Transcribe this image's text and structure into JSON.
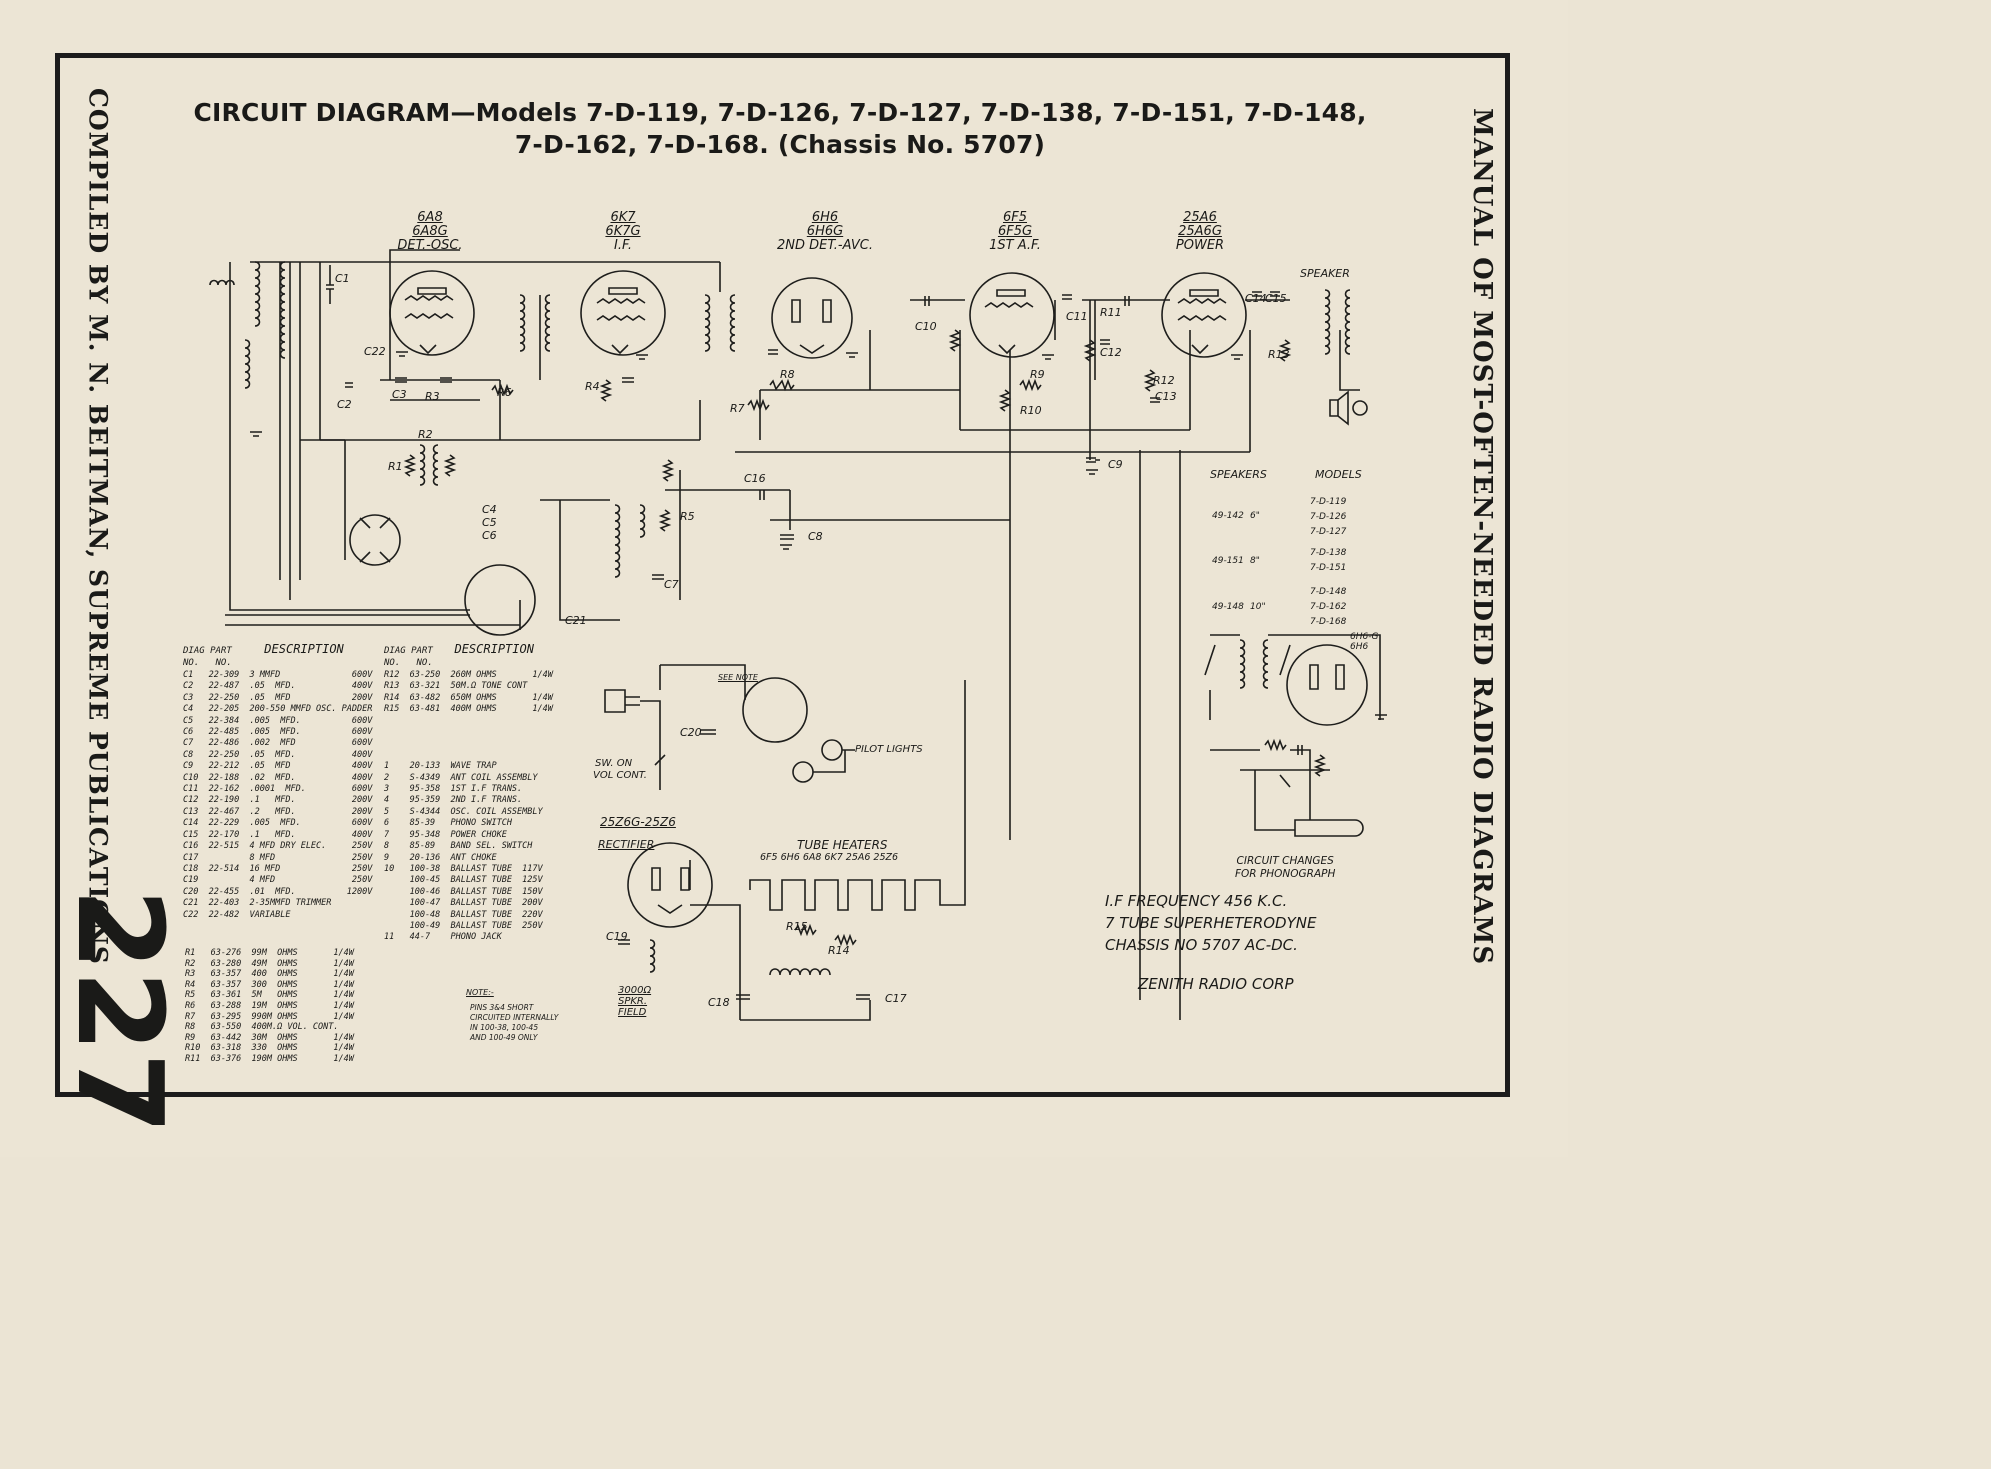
{
  "header": {
    "title_line1": "CIRCUIT DIAGRAM—Models 7-D-119, 7-D-126, 7-D-127, 7-D-138, 7-D-151, 7-D-148,",
    "title_line2": "7-D-162, 7-D-168. (Chassis No. 5707)"
  },
  "margins": {
    "left_text": "COMPILED BY M. N. BEITMAN, SUPREME PUBLICATIONS",
    "right_text": "MANUAL OF MOST-OFTEN-NEEDED RADIO DIAGRAMS",
    "page_number": "227"
  },
  "tubes": [
    {
      "types": [
        "6A8",
        "6A8G"
      ],
      "function": "DET.-OSC."
    },
    {
      "types": [
        "6K7",
        "6K7G"
      ],
      "function": "I.F."
    },
    {
      "types": [
        "6H6",
        "6H6G"
      ],
      "function": "2ND DET.-AVC."
    },
    {
      "types": [
        "6F5",
        "6F5G"
      ],
      "function": "1ST A.F."
    },
    {
      "types": [
        "25A6",
        "25A6G"
      ],
      "function": "POWER"
    }
  ],
  "rectifier": {
    "types": "25Z6G-25Z6",
    "function": "RECTIFIER"
  },
  "speaker_label": "SPEAKER",
  "heaters": {
    "title": "TUBE HEATERS",
    "tubes": "6F5 6H6 6A8 6K7 25A6 25Z6"
  },
  "labels": {
    "pilot_lights": "PILOT LIGHTS",
    "sw_on": "SW. ON",
    "vol_cont": "VOL CONT.",
    "see_note": "SEE NOTE",
    "spkr_field": "3000Ω SPKR. FIELD",
    "note_title": "NOTE:-",
    "note_lines": [
      "PINS 3&4 SHORT",
      "CIRCUITED INTERNALLY",
      "IN 100-38, 100-45",
      "AND 100-49 ONLY"
    ],
    "phono_title": [
      "CIRCUIT CHANGES",
      "FOR PHONOGRAPH"
    ],
    "phono_tube": [
      "6H6-G",
      "6H6"
    ]
  },
  "speakers_table": {
    "headers": [
      "SPEAKERS",
      "MODELS"
    ],
    "rows": [
      {
        "part": "49-142",
        "size": "6\"",
        "models": [
          "7-D-119",
          "7-D-126",
          "7-D-127"
        ]
      },
      {
        "part": "49-151",
        "size": "8\"",
        "models": [
          "7-D-138",
          "7-D-151"
        ]
      },
      {
        "part": "49-148",
        "size": "10\"",
        "models": [
          "7-D-148",
          "7-D-162",
          "7-D-168"
        ]
      }
    ]
  },
  "info": {
    "lines": [
      "I.F FREQUENCY 456 K.C.",
      "7 TUBE SUPERHETERODYNE",
      "CHASSIS NO 5707 AC-DC."
    ],
    "maker": "ZENITH RADIO CORP"
  },
  "parts_table": {
    "headers_left": [
      "DIAG PART",
      "NO.   NO.",
      "DESCRIPTION"
    ],
    "headers_right": [
      "DIAG PART",
      "NO.   NO.",
      "DESCRIPTION"
    ],
    "capacitors": [
      "C1   22-309  3 MMFD              600V",
      "C2   22-487  .05  MFD.           400V",
      "C3   22-250  .05  MFD            200V",
      "C4   22-205  200-550 MMFD OSC. PADDER",
      "C5   22-384  .005  MFD.          600V",
      "C6   22-485  .005  MFD.          600V",
      "C7   22-486  .002  MFD           600V",
      "C8   22-250  .05  MFD.           400V",
      "C9   22-212  .05  MFD            400V",
      "C10  22-188  .02  MFD.           400V",
      "C11  22-162  .0001  MFD.         600V",
      "C12  22-190  .1   MFD.           200V",
      "C13  22-467  .2   MFD.           200V",
      "C14  22-229  .005  MFD.          600V",
      "C15  22-170  .1   MFD.           400V",
      "C16  22-515  4 MFD DRY ELEC.     250V",
      "C17          8 MFD               250V",
      "C18  22-514  16 MFD              250V",
      "C19          4 MFD               250V",
      "C20  22-455  .01  MFD.          1200V",
      "C21  22-403  2-35MMFD TRIMMER",
      "C22  22-482  VARIABLE"
    ],
    "right_rows": [
      "R12  63-250  260M OHMS       1/4W",
      "R13  63-321  50M.Ω TONE CONT",
      "R14  63-482  650M OHMS       1/4W",
      "R15  63-481  400M OHMS       1/4W",
      "",
      "",
      "",
      "",
      "1    20-133  WAVE TRAP",
      "2    S-4349  ANT COIL ASSEMBLY",
      "3    95-358  1ST I.F TRANS.",
      "4    95-359  2ND I.F TRANS.",
      "5    S-4344  OSC. COIL ASSEMBLY",
      "6    85-39   PHONO SWITCH",
      "7    95-348  POWER CHOKE",
      "8    85-89   BAND SEL. SWITCH",
      "9    20-136  ANT CHOKE",
      "10   100-38  BALLAST TUBE  117V",
      "     100-45  BALLAST TUBE  125V",
      "     100-46  BALLAST TUBE  150V",
      "     100-47  BALLAST TUBE  200V",
      "     100-48  BALLAST TUBE  220V",
      "     100-49  BALLAST TUBE  250V",
      "11   44-7    PHONO JACK"
    ],
    "resistors": [
      "R1   63-276  99M  OHMS       1/4W",
      "R2   63-280  49M  OHMS       1/4W",
      "R3   63-357  400  OHMS       1/4W",
      "R4   63-357  300  OHMS       1/4W",
      "R5   63-361  5M   OHMS       1/4W",
      "R6   63-288  19M  OHMS       1/4W",
      "R7   63-295  990M OHMS       1/4W",
      "R8   63-550  400M.Ω VOL. CONT.",
      "R9   63-442  30M  OHMS       1/4W",
      "R10  63-318  330  OHMS       1/4W",
      "R11  63-376  190M OHMS       1/4W"
    ]
  },
  "component_labels": [
    "C1",
    "C2",
    "C3",
    "C4",
    "C5",
    "C6",
    "C7",
    "C8",
    "C9",
    "C10",
    "C11",
    "C12",
    "C13",
    "C14",
    "C15",
    "C16",
    "C17",
    "C18",
    "C19",
    "C20",
    "C21",
    "C22",
    "R1",
    "R2",
    "R3",
    "R4",
    "R5",
    "R6",
    "R7",
    "R8",
    "R9",
    "R10",
    "R11",
    "R12",
    "R13",
    "R14",
    "R15"
  ]
}
